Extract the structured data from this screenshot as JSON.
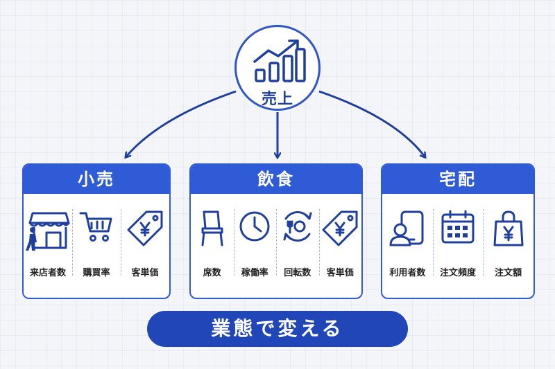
{
  "root": {
    "label": "売上",
    "icon": "bar-chart-growth-icon"
  },
  "banner": "業態で変える",
  "colors": {
    "primary": "#2f5bd6",
    "dark": "#1f3f9e",
    "banner": "#2146b8"
  },
  "categories": [
    {
      "name": "小売",
      "metrics": [
        {
          "label": "来店者数",
          "icon": "store-visitor-icon"
        },
        {
          "label": "購買率",
          "icon": "shopping-cart-icon"
        },
        {
          "label": "客単価",
          "icon": "yen-price-tag-icon"
        }
      ]
    },
    {
      "name": "飲食",
      "metrics": [
        {
          "label": "席数",
          "icon": "chair-icon"
        },
        {
          "label": "稼働率",
          "icon": "clock-icon"
        },
        {
          "label": "回転数",
          "icon": "table-turnover-icon"
        },
        {
          "label": "客単価",
          "icon": "yen-price-tag-icon"
        }
      ]
    },
    {
      "name": "宅配",
      "metrics": [
        {
          "label": "利用者数",
          "icon": "user-device-icon"
        },
        {
          "label": "注文頻度",
          "icon": "calendar-icon"
        },
        {
          "label": "注文額",
          "icon": "yen-bag-icon"
        }
      ]
    }
  ]
}
